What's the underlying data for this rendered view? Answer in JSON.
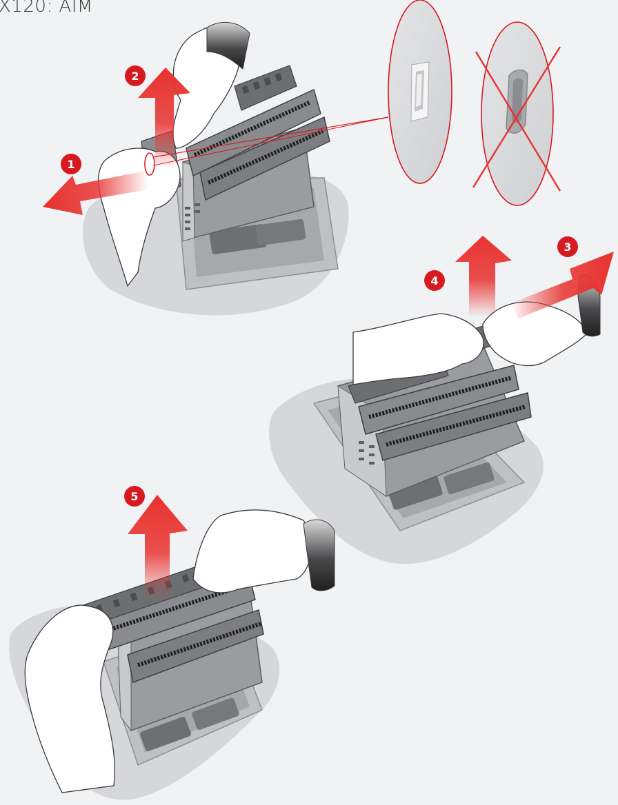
{
  "title": "X120: AIM",
  "colors": {
    "background": "#f1f2f4",
    "arrow_red": "#e8322f",
    "badge_red": "#d71920",
    "callout_red": "#d71920",
    "shadow": "#d6d7da",
    "device_dark": "#5c5d60",
    "device_mid": "#8a8b8e",
    "device_light": "#c9cacc",
    "sleeve": "#3a3a3c"
  },
  "steps": [
    {
      "number": "1",
      "arrow_direction": "left",
      "action": "pull latch outward"
    },
    {
      "number": "2",
      "arrow_direction": "up",
      "action": "lift module"
    },
    {
      "number": "3",
      "arrow_direction": "right",
      "action": "pull latch outward"
    },
    {
      "number": "4",
      "arrow_direction": "up",
      "action": "lift module"
    },
    {
      "number": "5",
      "arrow_direction": "up",
      "action": "lift module out"
    }
  ],
  "callouts": [
    {
      "state": "correct",
      "icon": "latch-open-icon"
    },
    {
      "state": "incorrect",
      "icon": "latch-bent-icon",
      "marked": "cross"
    }
  ],
  "panels": [
    {
      "id": "step-1-2",
      "icon": "device-with-hands-icon"
    },
    {
      "id": "step-3-4",
      "icon": "device-with-hands-icon"
    },
    {
      "id": "step-5",
      "icon": "device-with-hands-icon"
    }
  ]
}
